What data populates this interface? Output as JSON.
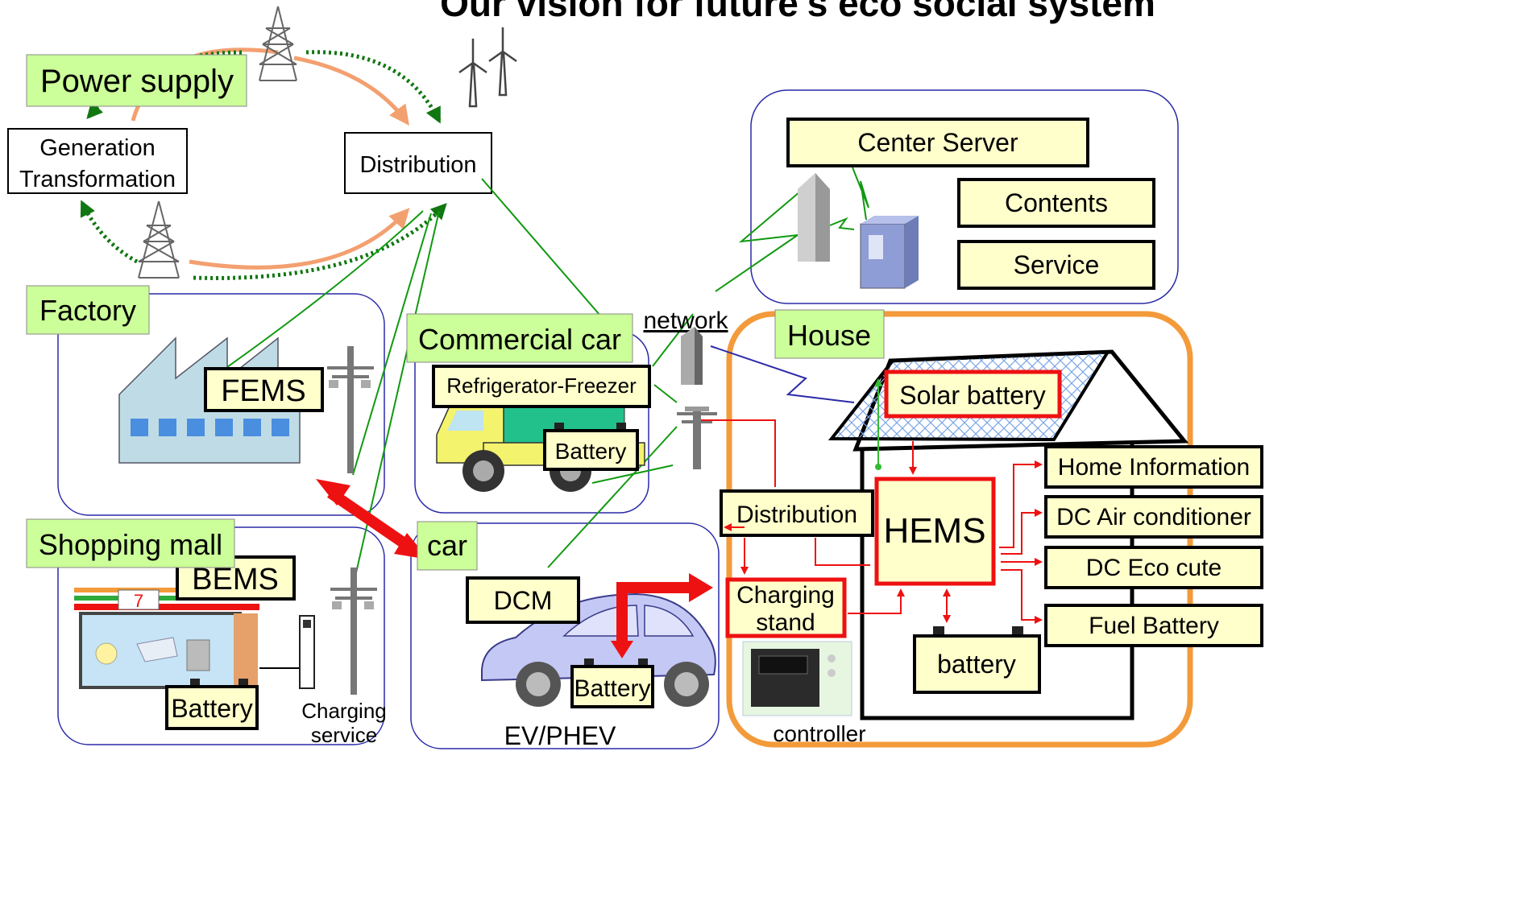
{
  "title": "Our vision for future's eco social system",
  "power": {
    "label": "Power supply",
    "generation": [
      "Generation",
      "Transformation"
    ],
    "distribution": "Distribution"
  },
  "factory": {
    "label": "Factory",
    "system": "FEMS"
  },
  "mall": {
    "label": "Shopping mall",
    "system": "BEMS",
    "store_sign": "7",
    "battery": "Battery",
    "charging": [
      "Charging",
      "service"
    ]
  },
  "commercial_car": {
    "label": "Commercial car",
    "refrigerator": "Refrigerator-Freezer",
    "battery": "Battery"
  },
  "network": {
    "label": "network"
  },
  "center": {
    "server": "Center Server",
    "contents": "Contents",
    "service": "Service"
  },
  "car": {
    "label": "car",
    "dcm": "DCM",
    "battery": "Battery",
    "type": "EV/PHEV"
  },
  "house": {
    "label": "House",
    "solar": "Solar battery",
    "hems": "HEMS",
    "distribution": "Distribution",
    "charging_stand": [
      "Charging",
      "stand"
    ],
    "battery": "battery",
    "controller": "controller",
    "home_info": "Home Information",
    "air_conditioner": "DC Air conditioner",
    "eco_cute": "DC Eco cute",
    "fuel_battery": "Fuel Battery"
  },
  "colors": {
    "label_bg": "#ccff99",
    "box_bg": "#ffffcc",
    "region_border": "#2a2aa8",
    "house_border": "#f39a3a",
    "hems_red": "#ee1111",
    "network_green": "#119911",
    "power_orange": "#f3a070",
    "power_green": "#117711"
  }
}
